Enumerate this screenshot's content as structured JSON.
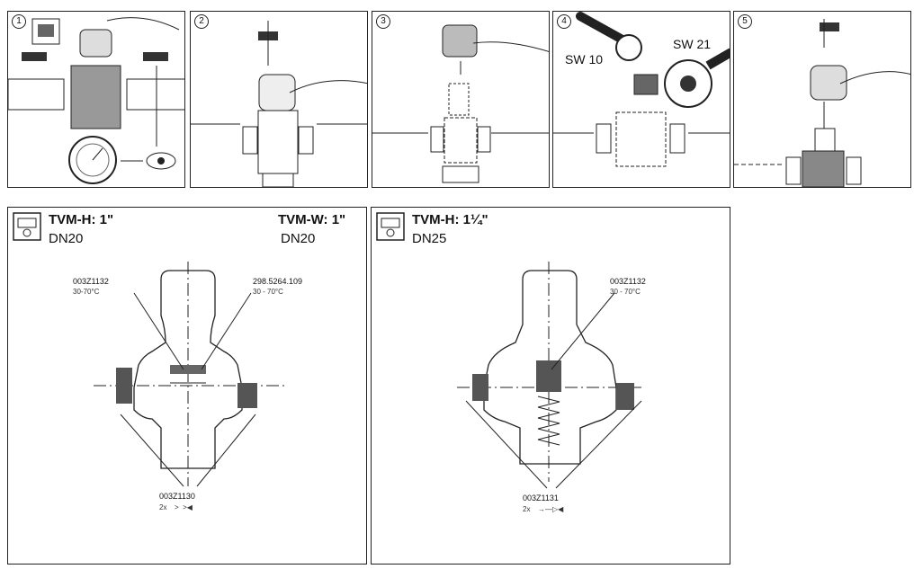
{
  "steps": [
    {
      "number": "1"
    },
    {
      "number": "2"
    },
    {
      "number": "3"
    },
    {
      "number": "4",
      "wrench_small": "SW 10",
      "wrench_large": "SW 21"
    },
    {
      "number": "5"
    }
  ],
  "detail_left": {
    "title_left": "TVM-H: 1\"",
    "sub_left": "DN20",
    "title_right": "TVM-W: 1\"",
    "sub_right": "DN20",
    "part_top_left": {
      "code": "003Z1132",
      "range": "30-70°C"
    },
    "part_top_right": {
      "code": "298.5264.109",
      "range": "30 - 70°C"
    },
    "part_bottom": {
      "code": "003Z1130",
      "note": "2x"
    }
  },
  "detail_right": {
    "title": "TVM-H: 1¼\"",
    "sub": "DN25",
    "part_top": {
      "code": "003Z1132",
      "range": "30 - 70°C"
    },
    "part_bottom": {
      "code": "003Z1131",
      "note": "2x"
    }
  }
}
